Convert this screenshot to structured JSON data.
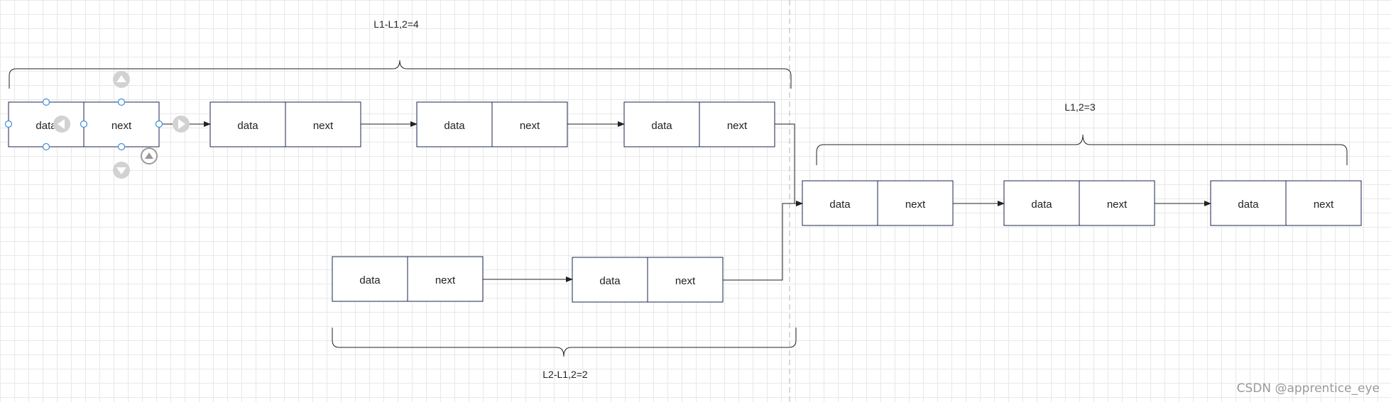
{
  "diagram": {
    "list1": {
      "nodes": [
        {
          "data_label": "data",
          "next_label": "next"
        },
        {
          "data_label": "data",
          "next_label": "next"
        },
        {
          "data_label": "data",
          "next_label": "next"
        },
        {
          "data_label": "data",
          "next_label": "next"
        }
      ],
      "brace_label": "L1-L1,2=4"
    },
    "list2": {
      "nodes": [
        {
          "data_label": "data",
          "next_label": "next"
        },
        {
          "data_label": "data",
          "next_label": "next"
        }
      ],
      "brace_label": "L2-L1,2=2"
    },
    "shared": {
      "nodes": [
        {
          "data_label": "data",
          "next_label": "next"
        },
        {
          "data_label": "data",
          "next_label": "next"
        },
        {
          "data_label": "data",
          "next_label": "next"
        }
      ],
      "brace_label": "L1,2=3"
    }
  },
  "watermark": "CSDN @apprentice_eye",
  "colors": {
    "node_border": "#1a2450",
    "line": "#222222",
    "selection_handle": "#3b8fd8",
    "hover_arrow": "#c8c8c8",
    "divider": "#b5b5b5"
  }
}
